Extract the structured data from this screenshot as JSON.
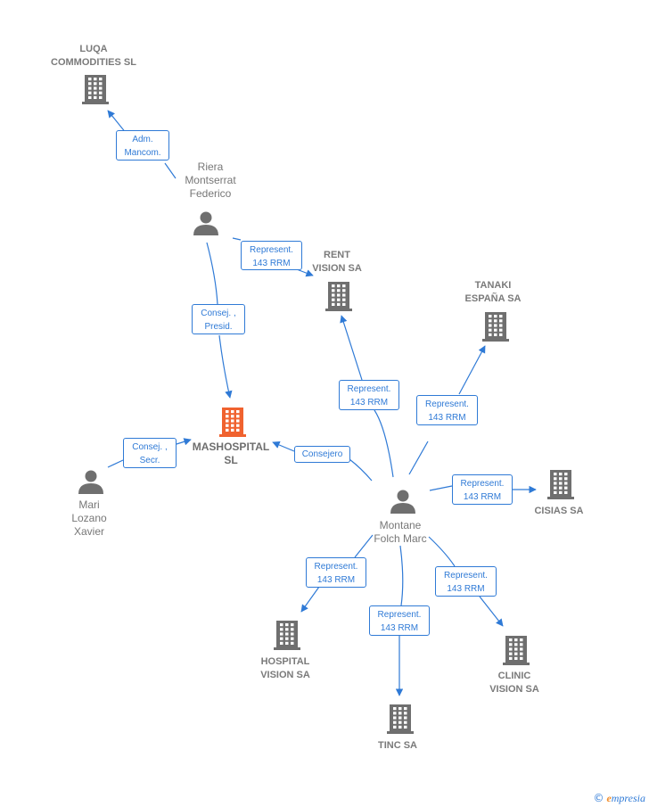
{
  "nodes": {
    "luqa": {
      "label_lines": [
        "LUQA",
        "COMMODITIES SL"
      ],
      "type": "company"
    },
    "riera": {
      "label_lines": [
        "Riera",
        "Montserrat",
        "Federico"
      ],
      "type": "person"
    },
    "rent": {
      "label_lines": [
        "RENT",
        "VISION SA"
      ],
      "type": "company"
    },
    "tanaki": {
      "label_lines": [
        "TANAKI",
        "ESPAÑA SA"
      ],
      "type": "company"
    },
    "mashospital": {
      "label_lines": [
        "MASHOSPITAL",
        "SL"
      ],
      "type": "main-company"
    },
    "mari": {
      "label_lines": [
        "Mari",
        "Lozano",
        "Xavier"
      ],
      "type": "person"
    },
    "montane": {
      "label_lines": [
        "Montane",
        "Folch Marc"
      ],
      "type": "person"
    },
    "cisias": {
      "label_lines": [
        "CISIAS SA"
      ],
      "type": "company"
    },
    "hospital": {
      "label_lines": [
        "HOSPITAL",
        "VISION SA"
      ],
      "type": "company"
    },
    "clinic": {
      "label_lines": [
        "CLINIC",
        "VISION SA"
      ],
      "type": "company"
    },
    "tinc": {
      "label_lines": [
        "TINC SA"
      ],
      "type": "company"
    }
  },
  "edges": [
    {
      "id": "riera-luqa",
      "lines": [
        "Adm.",
        "Mancom."
      ]
    },
    {
      "id": "riera-rent",
      "lines": [
        "Represent.",
        "143 RRM"
      ]
    },
    {
      "id": "riera-mashospital",
      "lines": [
        "Consej. ,",
        "Presid."
      ]
    },
    {
      "id": "mari-mashospital",
      "lines": [
        "Consej. ,",
        "Secr."
      ]
    },
    {
      "id": "montane-mashospital",
      "lines": [
        "Consejero"
      ]
    },
    {
      "id": "montane-rent",
      "lines": [
        "Represent.",
        "143 RRM"
      ]
    },
    {
      "id": "montane-tanaki",
      "lines": [
        "Represent.",
        "143 RRM"
      ]
    },
    {
      "id": "montane-cisias",
      "lines": [
        "Represent.",
        "143 RRM"
      ]
    },
    {
      "id": "montane-hospital",
      "lines": [
        "Represent.",
        "143 RRM"
      ]
    },
    {
      "id": "montane-tinc",
      "lines": [
        "Represent.",
        "143 RRM"
      ]
    },
    {
      "id": "montane-clinic",
      "lines": [
        "Represent.",
        "143 RRM"
      ]
    }
  ],
  "colors": {
    "edge": "#2f7ad6",
    "company": "#6f6f6f",
    "main_company": "#f0622f",
    "person": "#6f6f6f"
  },
  "brand": {
    "copyright": "©",
    "name": "mpresia",
    "initial": "e"
  }
}
